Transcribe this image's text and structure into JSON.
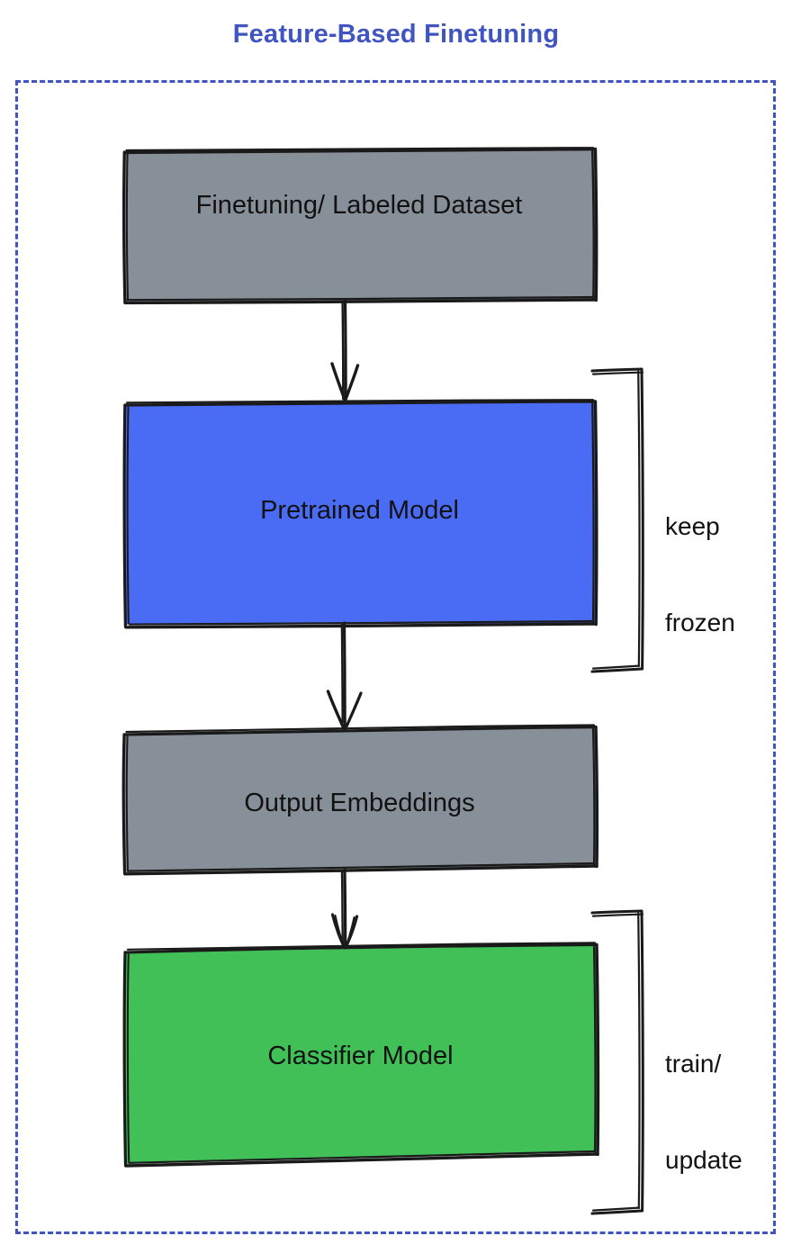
{
  "diagram": {
    "title": "Feature-Based Finetuning",
    "type": "flowchart",
    "style": "hand-drawn",
    "colors": {
      "title": "#4055c2",
      "frame_border": "#4055c2",
      "stroke": "#1a1a1a",
      "gray_fill": "#878f99",
      "blue_fill": "#4a6cf5",
      "green_fill": "#40c057",
      "text": "#121212",
      "background": "#ffffff"
    },
    "nodes": [
      {
        "id": "dataset",
        "label": "Finetuning/ Labeled Dataset",
        "fill": "gray"
      },
      {
        "id": "pretrained",
        "label": "Pretrained Model",
        "fill": "blue"
      },
      {
        "id": "embeddings",
        "label": "Output Embeddings",
        "fill": "gray"
      },
      {
        "id": "classifier",
        "label": "Classifier Model",
        "fill": "green"
      }
    ],
    "edges": [
      {
        "id": "edge-1",
        "from": "dataset",
        "to": "pretrained",
        "style": "arrow-down"
      },
      {
        "id": "edge-2",
        "from": "pretrained",
        "to": "embeddings",
        "style": "arrow-down"
      },
      {
        "id": "edge-3",
        "from": "embeddings",
        "to": "classifier",
        "style": "arrow-down"
      }
    ],
    "annotations": [
      {
        "id": "keep-frozen",
        "line1": "keep",
        "line2": "frozen",
        "targets": [
          "pretrained"
        ]
      },
      {
        "id": "train-update",
        "line1": "train/",
        "line2": "update",
        "targets": [
          "classifier"
        ]
      }
    ]
  }
}
